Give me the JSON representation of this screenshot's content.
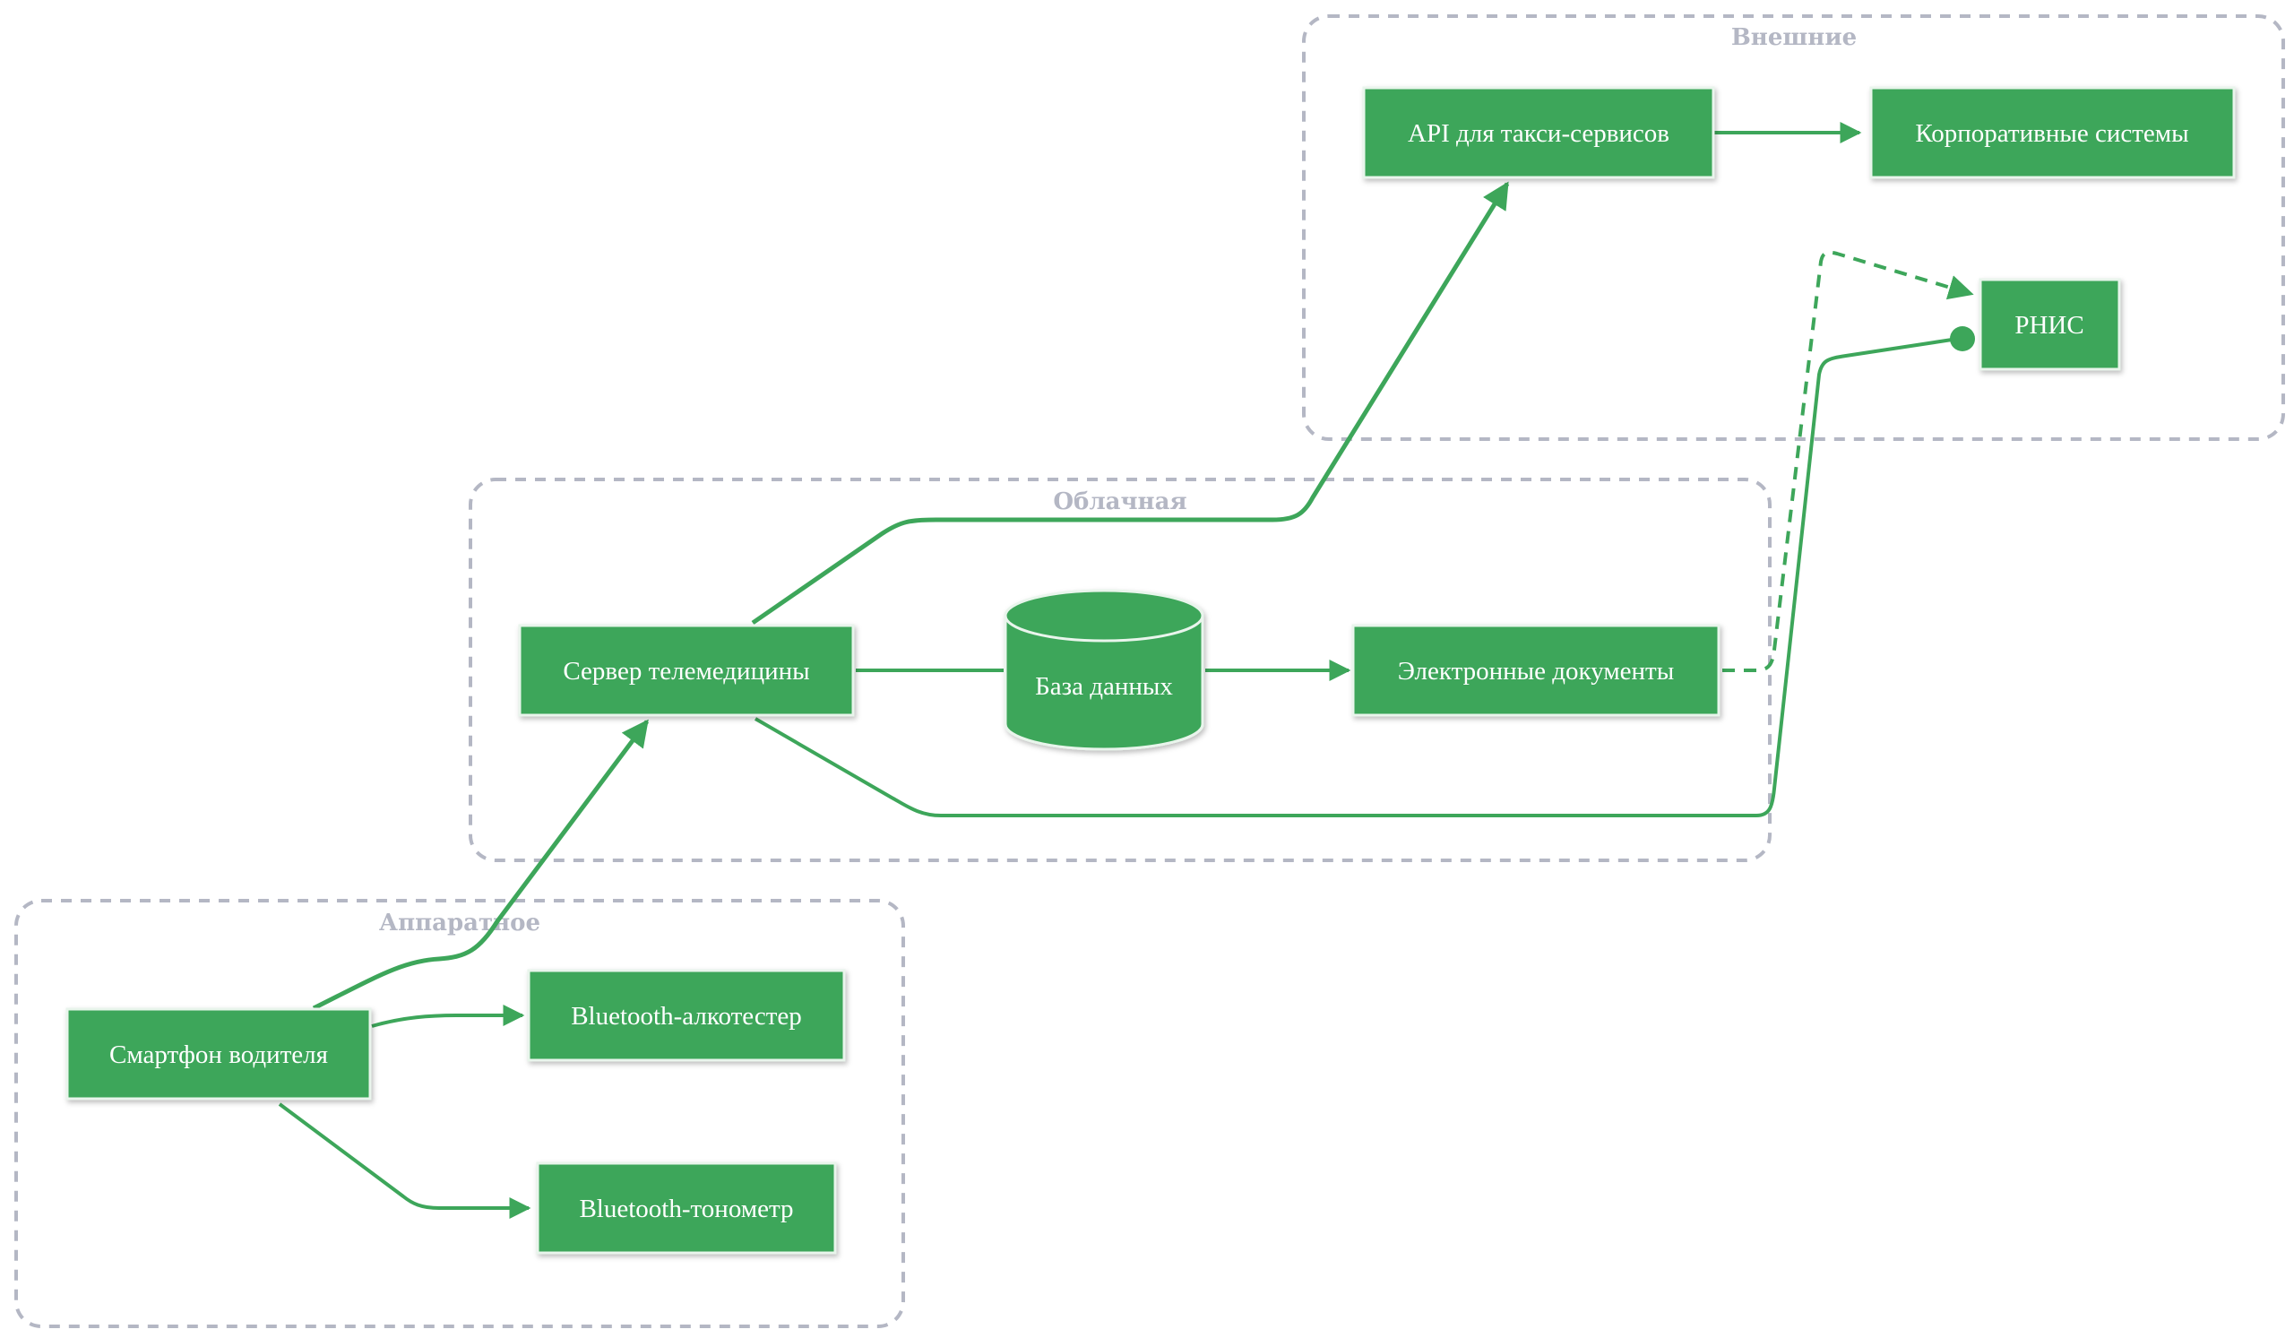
{
  "colors": {
    "node_fill": "#3da65a",
    "edge": "#3da65a",
    "group_border": "#b4b7c4",
    "group_label": "#b4b7c4",
    "node_border": "#e9f5ec"
  },
  "groups": {
    "external": "Внешние",
    "cloud": "Облачная",
    "hardware": "Аппаратное"
  },
  "nodes": {
    "api": "API для такси-сервисов",
    "corporate": "Корпоративные системы",
    "rnis": "РНИС",
    "server": "Сервер телемедицины",
    "database": "База данных",
    "edocs": "Электронные документы",
    "smartphone": "Смартфон водителя",
    "alcotester": "Bluetooth-алкотестер",
    "tonometer": "Bluetooth-тонометр"
  }
}
